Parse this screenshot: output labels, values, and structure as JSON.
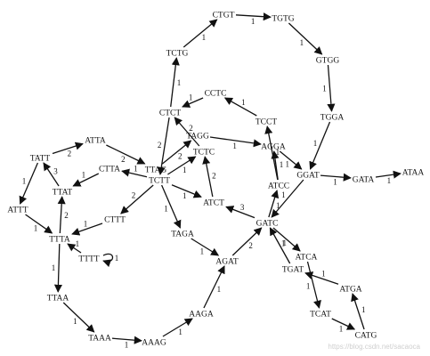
{
  "graph": {
    "nodes": [
      {
        "id": "CTGT",
        "label": "CTGT"
      },
      {
        "id": "TGTG",
        "label": "TGTG"
      },
      {
        "id": "TCTG",
        "label": "TCTG"
      },
      {
        "id": "GTGG",
        "label": "GTGG"
      },
      {
        "id": "CCTC",
        "label": "CCTC"
      },
      {
        "id": "CTCT",
        "label": "CTCT"
      },
      {
        "id": "TGGA",
        "label": "TGGA"
      },
      {
        "id": "TAGG",
        "label": "TAGG"
      },
      {
        "id": "TCCT",
        "label": "TCCT"
      },
      {
        "id": "AGGA",
        "label": "AGGA"
      },
      {
        "id": "TCTC",
        "label": "TCTC"
      },
      {
        "id": "TATT",
        "label": "TATT"
      },
      {
        "id": "ATTA",
        "label": "ATTA"
      },
      {
        "id": "CTTA",
        "label": "CTTA"
      },
      {
        "id": "TTAG",
        "label": "TTAG"
      },
      {
        "id": "TCTT",
        "label": "TCTT"
      },
      {
        "id": "GGAT",
        "label": "GGAT"
      },
      {
        "id": "GATA",
        "label": "GATA"
      },
      {
        "id": "ATAA",
        "label": "ATAA"
      },
      {
        "id": "TTAT",
        "label": "TTAT"
      },
      {
        "id": "ATCC",
        "label": "ATCC"
      },
      {
        "id": "ATTT",
        "label": "ATTT"
      },
      {
        "id": "ATCT",
        "label": "ATCT"
      },
      {
        "id": "CTTT",
        "label": "CTTT"
      },
      {
        "id": "GATC",
        "label": "GATC"
      },
      {
        "id": "TTTA",
        "label": "TTTA"
      },
      {
        "id": "TAGA",
        "label": "TAGA"
      },
      {
        "id": "TTTT",
        "label": "TTTT"
      },
      {
        "id": "ATCA",
        "label": "ATCA"
      },
      {
        "id": "AGAT",
        "label": "AGAT"
      },
      {
        "id": "TGAT",
        "label": "TGAT"
      },
      {
        "id": "TTAA",
        "label": "TTAA"
      },
      {
        "id": "ATGA",
        "label": "ATGA"
      },
      {
        "id": "AAGA",
        "label": "AAGA"
      },
      {
        "id": "TCAT",
        "label": "TCAT"
      },
      {
        "id": "TAAA",
        "label": "TAAA"
      },
      {
        "id": "AAAG",
        "label": "AAAG"
      },
      {
        "id": "CATG",
        "label": "CATG"
      }
    ],
    "edges": [
      {
        "from": "TCTG",
        "to": "CTGT",
        "weight": "1"
      },
      {
        "from": "CTGT",
        "to": "TGTG",
        "weight": "1"
      },
      {
        "from": "TGTG",
        "to": "GTGG",
        "weight": "1"
      },
      {
        "from": "GTGG",
        "to": "TGGA",
        "weight": "1"
      },
      {
        "from": "TGGA",
        "to": "GGAT",
        "weight": "1"
      },
      {
        "from": "GGAT",
        "to": "GATA",
        "weight": "1"
      },
      {
        "from": "GATA",
        "to": "ATAA",
        "weight": "1"
      },
      {
        "from": "CTCT",
        "to": "TCTG",
        "weight": "1"
      },
      {
        "from": "CCTC",
        "to": "CTCT",
        "weight": "1"
      },
      {
        "from": "TCCT",
        "to": "CCTC",
        "weight": "1"
      },
      {
        "from": "ATCC",
        "to": "TCCT",
        "weight": "1"
      },
      {
        "from": "CTCT",
        "to": "TCTT",
        "weight": "2"
      },
      {
        "from": "TCTC",
        "to": "CTCT",
        "weight": "2"
      },
      {
        "from": "ATCT",
        "to": "TCTC",
        "weight": "2"
      },
      {
        "from": "GATC",
        "to": "ATCT",
        "weight": "3"
      },
      {
        "from": "TCTT",
        "to": "TCTC",
        "weight": "1"
      },
      {
        "from": "TTAG",
        "to": "TAGG",
        "weight": "2"
      },
      {
        "from": "TAGG",
        "to": "AGGA",
        "weight": "1"
      },
      {
        "from": "AGGA",
        "to": "GGAT",
        "weight": "1"
      },
      {
        "from": "GGAT",
        "to": "GATC",
        "weight": "1"
      },
      {
        "from": "TATT",
        "to": "ATTA",
        "weight": "2"
      },
      {
        "from": "ATTA",
        "to": "TTAG",
        "weight": "2"
      },
      {
        "from": "TTAT",
        "to": "TATT",
        "weight": "3"
      },
      {
        "from": "CTTA",
        "to": "TTAT",
        "weight": "1"
      },
      {
        "from": "TCTT",
        "to": "CTTA",
        "weight": "1"
      },
      {
        "from": "TATT",
        "to": "ATTT",
        "weight": "1"
      },
      {
        "from": "ATTT",
        "to": "TTTA",
        "weight": "1"
      },
      {
        "from": "TTTA",
        "to": "TTAT",
        "weight": "2"
      },
      {
        "from": "TCTT",
        "to": "CTTT",
        "weight": "2"
      },
      {
        "from": "CTTT",
        "to": "TTTA",
        "weight": "1"
      },
      {
        "from": "TTTT",
        "to": "TTTA",
        "weight": "1"
      },
      {
        "from": "TTTT",
        "to": "TTTT",
        "weight": "1"
      },
      {
        "from": "TCTT",
        "to": "ATCT",
        "weight": "1"
      },
      {
        "from": "TCTT",
        "to": "TAGA",
        "weight": "1"
      },
      {
        "from": "TAGA",
        "to": "AGAT",
        "weight": "1"
      },
      {
        "from": "AGAT",
        "to": "GATC",
        "weight": "2"
      },
      {
        "from": "GATC",
        "to": "ATCC",
        "weight": "1"
      },
      {
        "from": "ATCC",
        "to": "AGGA",
        "weight": "1"
      },
      {
        "from": "GATC",
        "to": "ATCA",
        "weight": "1"
      },
      {
        "from": "TGAT",
        "to": "GATC",
        "weight": "1"
      },
      {
        "from": "ATCA",
        "to": "TCAT",
        "weight": "1"
      },
      {
        "from": "ATGA",
        "to": "TGAT",
        "weight": "1"
      },
      {
        "from": "TCAT",
        "to": "CATG",
        "weight": "1"
      },
      {
        "from": "CATG",
        "to": "ATGA",
        "weight": "1"
      },
      {
        "from": "TTTA",
        "to": "TTAA",
        "weight": "1"
      },
      {
        "from": "TTAA",
        "to": "TAAA",
        "weight": "1"
      },
      {
        "from": "TAAA",
        "to": "AAAG",
        "weight": "1"
      },
      {
        "from": "AAAG",
        "to": "AAGA",
        "weight": "1"
      },
      {
        "from": "AAGA",
        "to": "AGAT",
        "weight": "1"
      }
    ]
  },
  "watermark": "https://blog.csdn.net/sacaoca"
}
